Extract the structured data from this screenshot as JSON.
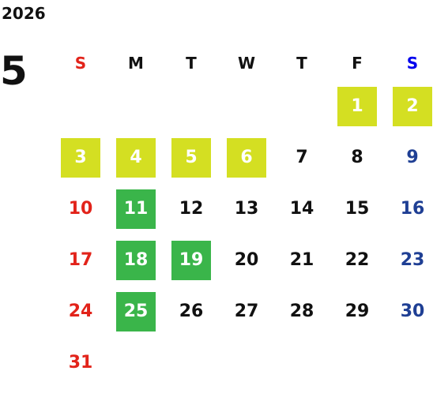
{
  "calendar": {
    "year": "2026",
    "month": "5",
    "weekdays": [
      "S",
      "M",
      "T",
      "W",
      "T",
      "F",
      "S"
    ],
    "weeks": [
      [
        "",
        "",
        "",
        "",
        "",
        "1",
        "2"
      ],
      [
        "3",
        "4",
        "5",
        "6",
        "7",
        "8",
        "9"
      ],
      [
        "10",
        "11",
        "12",
        "13",
        "14",
        "15",
        "16"
      ],
      [
        "17",
        "18",
        "19",
        "20",
        "21",
        "22",
        "23"
      ],
      [
        "24",
        "25",
        "26",
        "27",
        "28",
        "29",
        "30"
      ],
      [
        "31",
        "",
        "",
        "",
        "",
        "",
        ""
      ]
    ],
    "highlights": {
      "yellow": [
        "1",
        "2",
        "3",
        "4",
        "5",
        "6"
      ],
      "green": [
        "11",
        "18",
        "19",
        "25"
      ]
    }
  },
  "colors": {
    "sunday": "#e2231a",
    "saturday": "#1f3f94",
    "saturday_header": "#0000ee",
    "weekday": "#111111",
    "highlight_yellow": "#d4df22",
    "highlight_green": "#3ab54a"
  }
}
